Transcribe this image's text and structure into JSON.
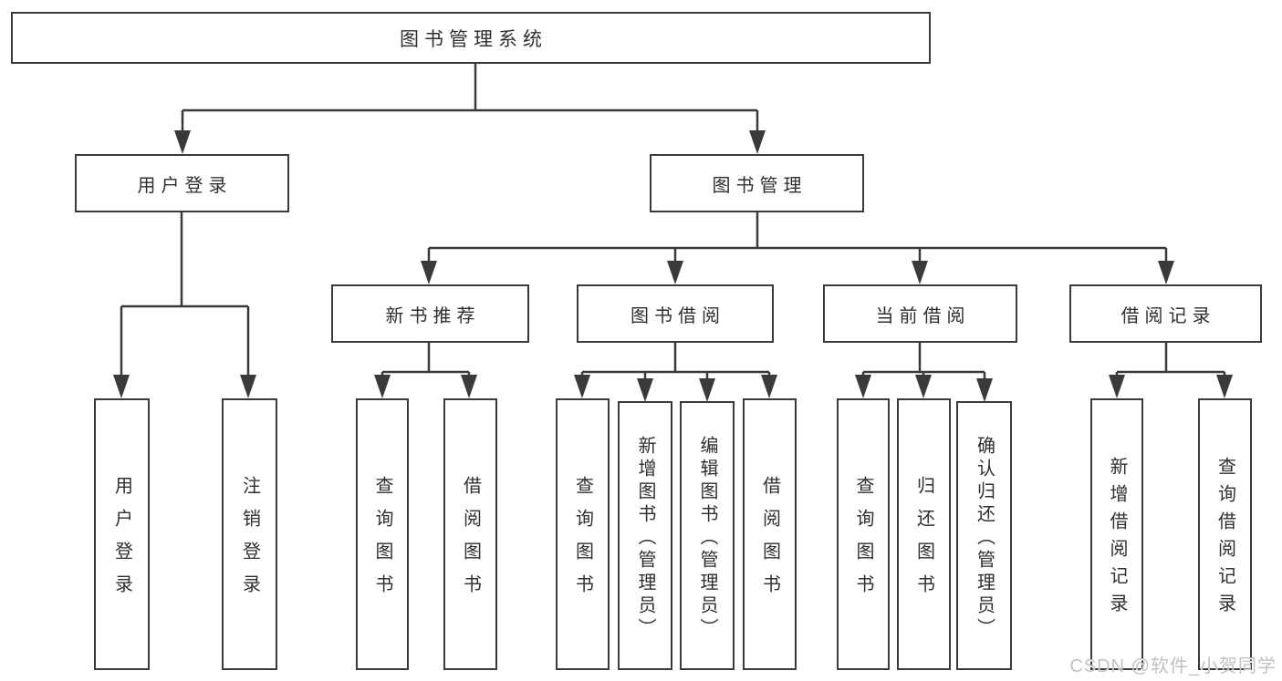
{
  "diagram_title": "图书管理系统",
  "nodes": {
    "root": "图书管理系统",
    "user_login": "用户登录",
    "book_mgmt": "图书管理",
    "leaf_user_login": "用户登录",
    "leaf_logout": "注销登录",
    "new_book_rec": "新书推荐",
    "book_borrow": "图书借阅",
    "current_borrow": "当前借阅",
    "borrow_record": "借阅记录",
    "nb_query": "查询图书",
    "nb_borrow": "借阅图书",
    "bb_query": "查询图书",
    "bb_add": "新增图书（管理员）",
    "bb_edit": "编辑图书（管理员）",
    "bb_borrow": "借阅图书",
    "cb_query": "查询图书",
    "cb_return": "归还图书",
    "cb_confirm": "确认归还（管理员）",
    "br_add": "新增借阅记录",
    "br_query": "查询借阅记录"
  },
  "watermark": "CSDN @软件_小贺同学",
  "colors": {
    "line": "#3a3a3a",
    "text": "#2f2f2f",
    "background": "#ffffff",
    "watermark": "#c2c2c2"
  }
}
